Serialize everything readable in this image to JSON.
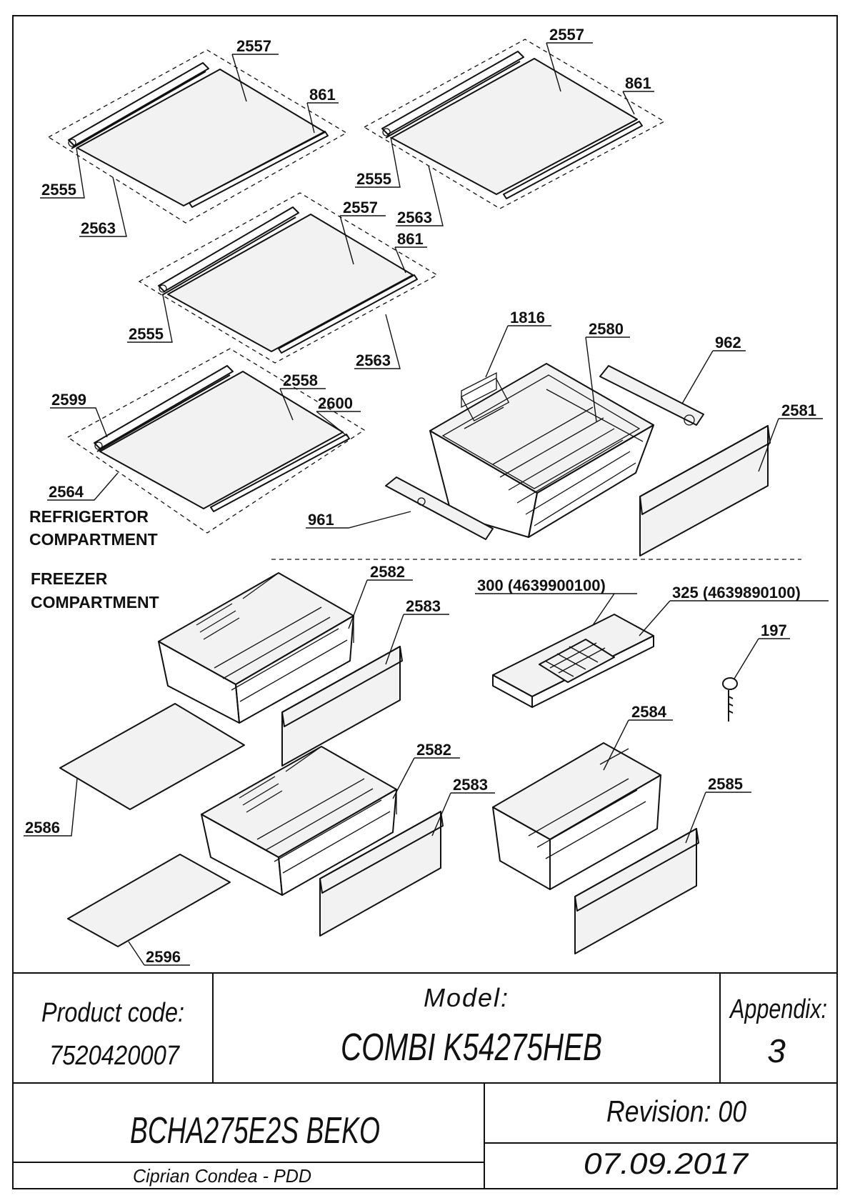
{
  "callouts": {
    "c2557a": "2557",
    "c861a": "861",
    "c2555a": "2555",
    "c2563a": "2563",
    "c2557b": "2557",
    "c861b": "861",
    "c2555b": "2555",
    "c2563b": "2563",
    "c2557c": "2557",
    "c861c": "861",
    "c2555c": "2555",
    "c2563c": "2563",
    "c2599": "2599",
    "c2558": "2558",
    "c2600": "2600",
    "c2564": "2564",
    "c1816": "1816",
    "c2580": "2580",
    "c962": "962",
    "c2581": "2581",
    "c961": "961",
    "c2582a": "2582",
    "c2583a": "2583",
    "c300": "300 (4639900100)",
    "c325": "325 (4639890100)",
    "c197": "197",
    "c2586": "2586",
    "c2582b": "2582",
    "c2583b": "2583",
    "c2584": "2584",
    "c2585": "2585",
    "c2596": "2596"
  },
  "sections": {
    "refrigerator_line1": "REFRIGERTOR",
    "refrigerator_line2": "COMPARTMENT",
    "freezer_line1": "FREEZER",
    "freezer_line2": "COMPARTMENT"
  },
  "title_block": {
    "product_code_label": "Product code:",
    "product_code_value": "7520420007",
    "model_label": "Model:",
    "model_value": "COMBI K54275HEB",
    "appendix_label": "Appendix:",
    "appendix_value": "3",
    "product_name": "BCHA275E2S BEKO",
    "revision": "Revision: 00",
    "author": "Ciprian Condea - PDD",
    "date": "07.09.2017"
  }
}
